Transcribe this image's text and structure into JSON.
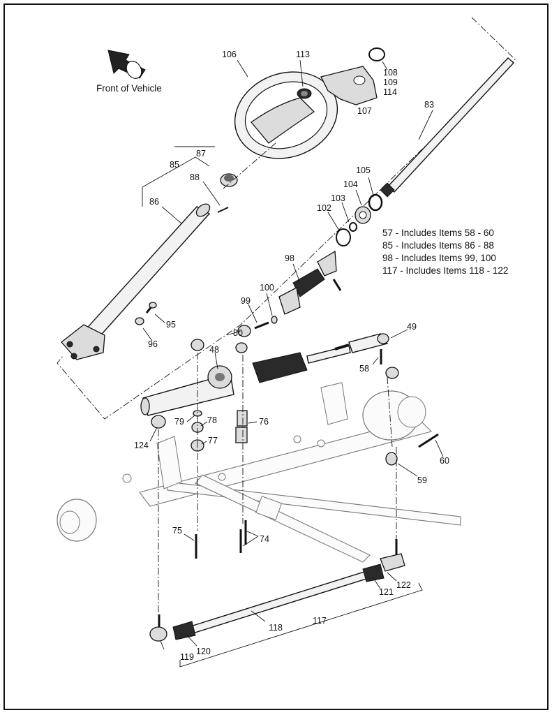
{
  "front_label": "Front of Vehicle",
  "notes": [
    "57 - Includes Items 58 - 60",
    "85 - Includes Items 86 - 88",
    "98 - Includes Items 99, 100",
    "117 - Includes Items 118 - 122"
  ],
  "callouts": {
    "c106": "106",
    "c113": "113",
    "c108": "108",
    "c109": "109",
    "c114": "114",
    "c107": "107",
    "c83": "83",
    "c87": "87",
    "c85": "85",
    "c88": "88",
    "c86": "86",
    "c105": "105",
    "c104": "104",
    "c103": "103",
    "c102": "102",
    "c98": "98",
    "c100": "100",
    "c99": "99",
    "c95": "95",
    "c96": "96",
    "c80": "80",
    "c48": "48",
    "c49": "49",
    "c58": "58",
    "c79": "79",
    "c78": "78",
    "c76": "76",
    "c124": "124",
    "c77": "77",
    "c60": "60",
    "c59": "59",
    "c75": "75",
    "c74": "74",
    "c122": "122",
    "c121": "121",
    "c118": "118",
    "c117": "117",
    "c119": "119",
    "c120": "120"
  }
}
